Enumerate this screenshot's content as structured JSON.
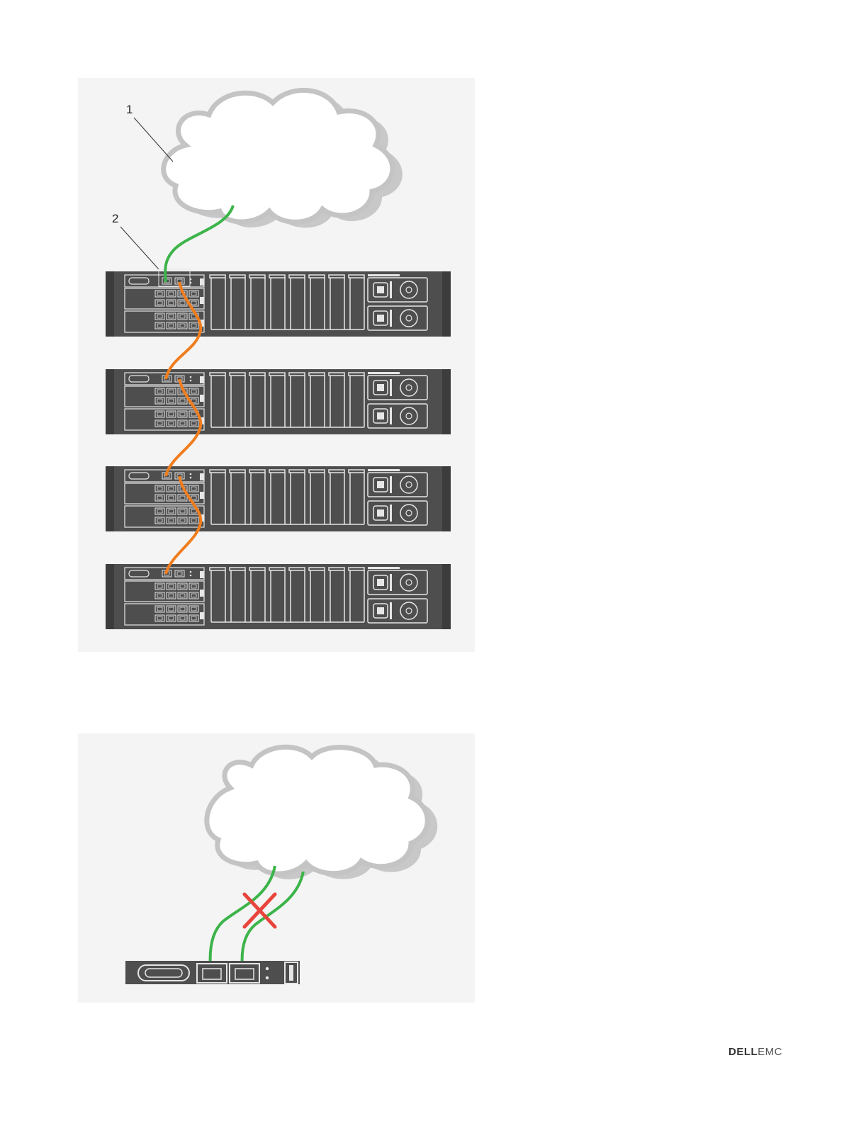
{
  "figure_top": {
    "callouts": [
      {
        "id": "1",
        "label": "1"
      },
      {
        "id": "2",
        "label": "2"
      }
    ],
    "server_count": 4
  },
  "figure_bottom": {
    "mark": "incorrect-connection-x"
  },
  "footer": {
    "logo_text": "DELLEMC",
    "logo_bold": "DELL",
    "logo_light": "EMC"
  },
  "colors": {
    "cloud_fill": "#ffffff",
    "cloud_stroke": "#c4c4c4",
    "server_body": "#4e4e4e",
    "server_line": "#e6e6e6",
    "cable_green": "#3cb44a",
    "cable_orange": "#f07d1e",
    "cross_red": "#e8453c"
  }
}
